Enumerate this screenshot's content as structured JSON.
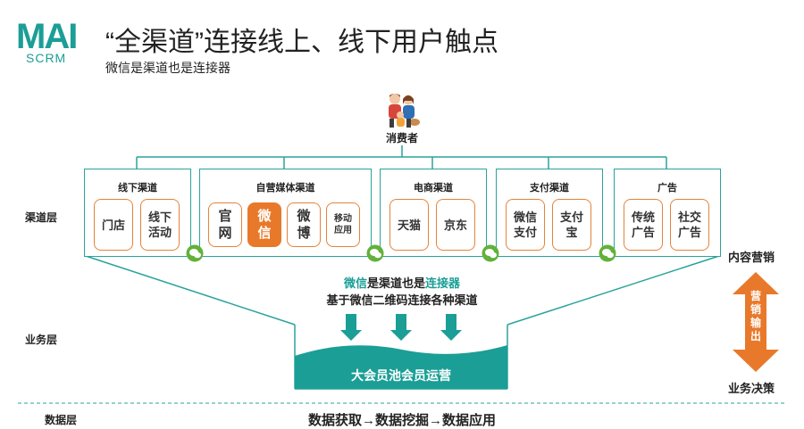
{
  "brand": {
    "logo_text": "MAI",
    "logo_sub": "SCRM",
    "accent": "#1b9e96",
    "orange": "#e8792b"
  },
  "header": {
    "title": "“全渠道”连接线上、线下用户触点",
    "subtitle": "微信是渠道也是连接器"
  },
  "consumer": {
    "label": "消费者",
    "icon": "family-icon"
  },
  "layers": {
    "channel": "渠道层",
    "business": "业务层",
    "data": "数据层"
  },
  "groups": {
    "offline": {
      "title": "线下渠道",
      "items": [
        "门店",
        "线下\n活动"
      ]
    },
    "media": {
      "title": "自营媒体渠道",
      "items": [
        "官\n网",
        "微\n信",
        "微\n博",
        "移动\n应用"
      ]
    },
    "ecommerce": {
      "title": "电商渠道",
      "items": [
        "天猫",
        "京东"
      ]
    },
    "payment": {
      "title": "支付渠道",
      "items": [
        "微信\n支付",
        "支付\n宝"
      ]
    },
    "ads": {
      "title": "广告",
      "items": [
        "传统\n广告",
        "社交\n广告"
      ]
    }
  },
  "connector": {
    "part1": "微信",
    "part2": "是渠道也是",
    "part3": "连接器",
    "line2": "基于微信二维码连接各种渠道"
  },
  "pool": {
    "label": "大会员池会员运营"
  },
  "side": {
    "top": "内容营销",
    "arrow": "营销输出",
    "bottom": "业务决策"
  },
  "data_flow": "数据获取→数据挖掘→数据应用"
}
